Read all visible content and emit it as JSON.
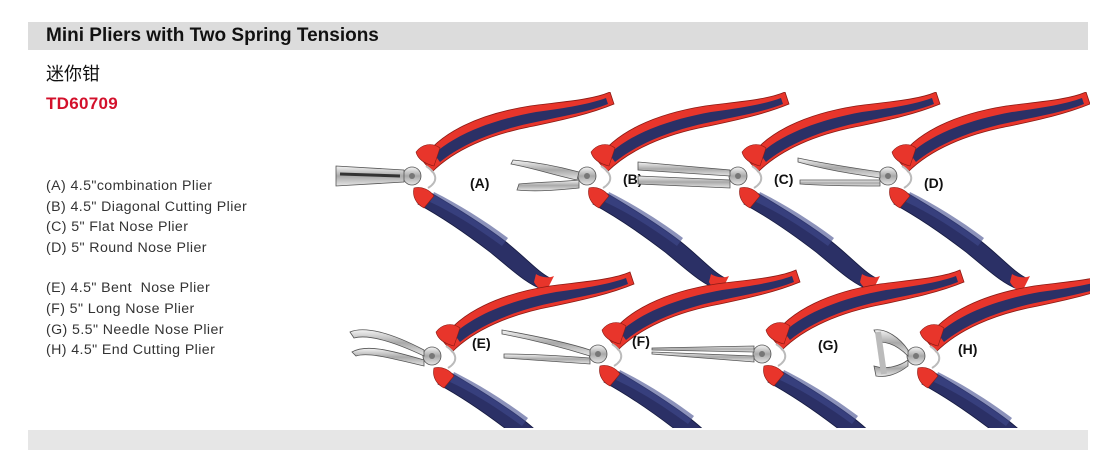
{
  "header": {
    "title": "Mini Pliers with Two Spring Tensions",
    "subtitle": "迷你钳",
    "model": "TD60709"
  },
  "specs": {
    "group1": [
      "(A) 4.5\"combination Plier",
      "(B) 4.5\" Diagonal Cutting Plier",
      "(C) 5\" Flat Nose Plier",
      "(D) 5\" Round Nose Plier"
    ],
    "group2": [
      "(E) 4.5\" Bent  Nose Plier",
      "(F) 5\" Long Nose Plier",
      "(G) 5.5\" Needle Nose Plier",
      "(H) 4.5\" End Cutting Plier"
    ]
  },
  "pliers": [
    {
      "label": "(A)",
      "icon": "combination-plier-icon"
    },
    {
      "label": "(B)",
      "icon": "diagonal-cutting-plier-icon"
    },
    {
      "label": "(C)",
      "icon": "flat-nose-plier-icon"
    },
    {
      "label": "(D)",
      "icon": "round-nose-plier-icon"
    },
    {
      "label": "(E)",
      "icon": "bent-nose-plier-icon"
    },
    {
      "label": "(F)",
      "icon": "long-nose-plier-icon"
    },
    {
      "label": "(G)",
      "icon": "needle-nose-plier-icon"
    },
    {
      "label": "(H)",
      "icon": "end-cutting-plier-icon"
    }
  ],
  "colors": {
    "handle_red": "#e8352b",
    "handle_navy": "#2b3066",
    "accent_red": "#d3102b",
    "title_bar": "#dcdcdc"
  }
}
